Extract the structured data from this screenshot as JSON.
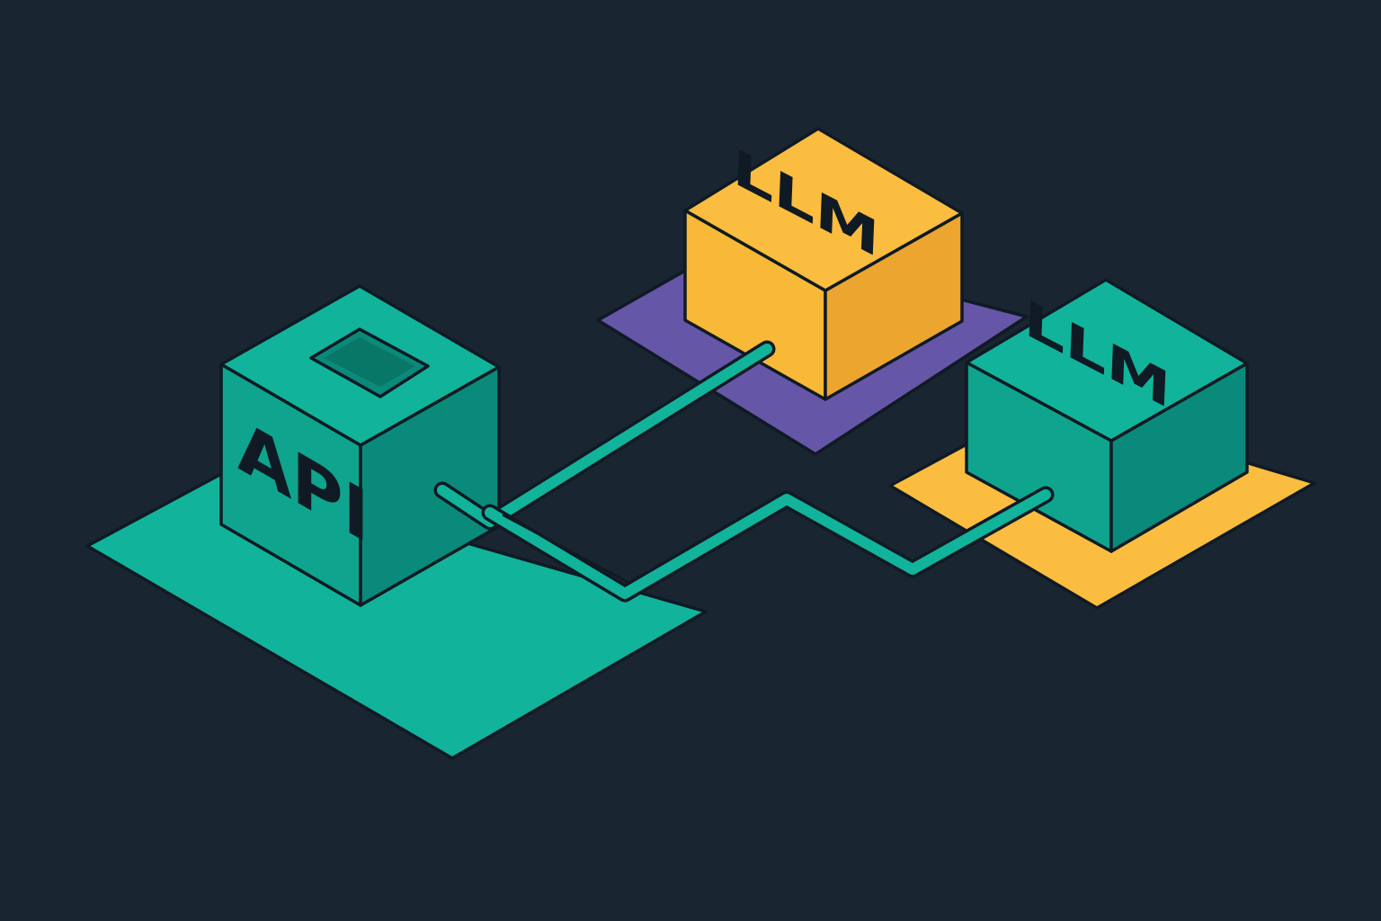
{
  "colors": {
    "background": "#1a2532",
    "outline": "#0f1a24",
    "teal_top": "#12b39b",
    "teal_left": "#0fa48e",
    "teal_right": "#0a8a7b",
    "yellow_top": "#fbbd3f",
    "yellow_left": "#f7b937",
    "yellow_right": "#eca52e",
    "purple": "#6656a8",
    "yellow_pad": "#fbbd3f",
    "teal_pad": "#12b39b",
    "connector": "#12b39b"
  },
  "nodes": [
    {
      "id": "api",
      "label": "API",
      "color": "teal",
      "pad": "teal",
      "icon": "slot-icon"
    },
    {
      "id": "llm_1",
      "label": "LLM",
      "color": "yellow",
      "pad": "purple"
    },
    {
      "id": "llm_2",
      "label": "LLM",
      "color": "teal",
      "pad": "yellow"
    }
  ],
  "edges": [
    {
      "from": "api",
      "to": "llm_1"
    },
    {
      "from": "api",
      "to": "llm_2"
    }
  ]
}
